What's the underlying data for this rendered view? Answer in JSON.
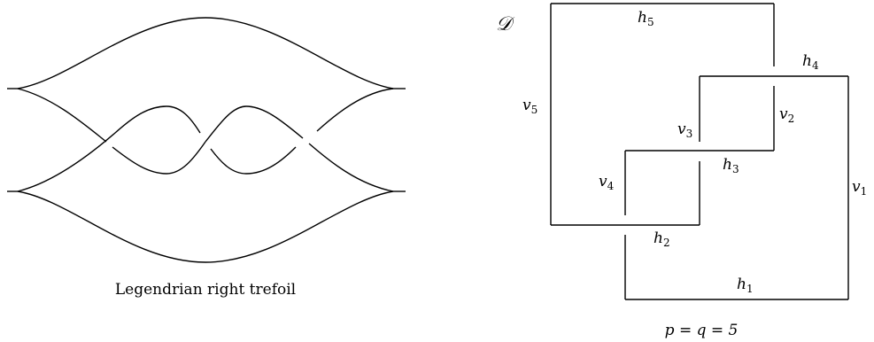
{
  "left_panel": {
    "caption": "Legendrian right trefoil"
  },
  "right_panel": {
    "diagram_label": "𝒟",
    "caption": "p = q = 5",
    "labels": {
      "h1": {
        "base": "h",
        "sub": "1"
      },
      "h2": {
        "base": "h",
        "sub": "2"
      },
      "h3": {
        "base": "h",
        "sub": "3"
      },
      "h4": {
        "base": "h",
        "sub": "4"
      },
      "h5": {
        "base": "h",
        "sub": "5"
      },
      "v1": {
        "base": "v",
        "sub": "1"
      },
      "v2": {
        "base": "v",
        "sub": "2"
      },
      "v3": {
        "base": "v",
        "sub": "3"
      },
      "v4": {
        "base": "v",
        "sub": "4"
      },
      "v5": {
        "base": "v",
        "sub": "5"
      }
    }
  }
}
